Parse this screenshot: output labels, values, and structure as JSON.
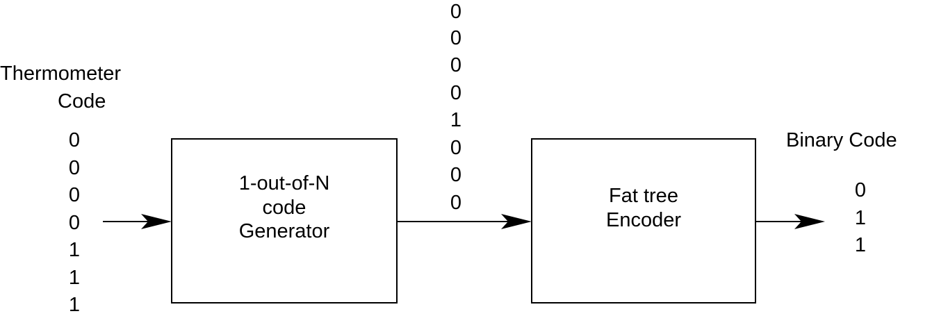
{
  "thermometer": {
    "title_line1": "Thermometer",
    "title_line2": "Code",
    "bits": [
      "0",
      "0",
      "0",
      "0",
      "1",
      "1",
      "1"
    ]
  },
  "generator": {
    "line1": "1-out-of-N",
    "line2": "code",
    "line3": "Generator"
  },
  "one_hot": {
    "bits": [
      "0",
      "0",
      "0",
      "0",
      "1",
      "0",
      "0",
      "0"
    ]
  },
  "encoder": {
    "line1": "Fat tree",
    "line2": "Encoder"
  },
  "binary": {
    "title": "Binary Code",
    "bits": [
      "0",
      "1",
      "1"
    ]
  }
}
